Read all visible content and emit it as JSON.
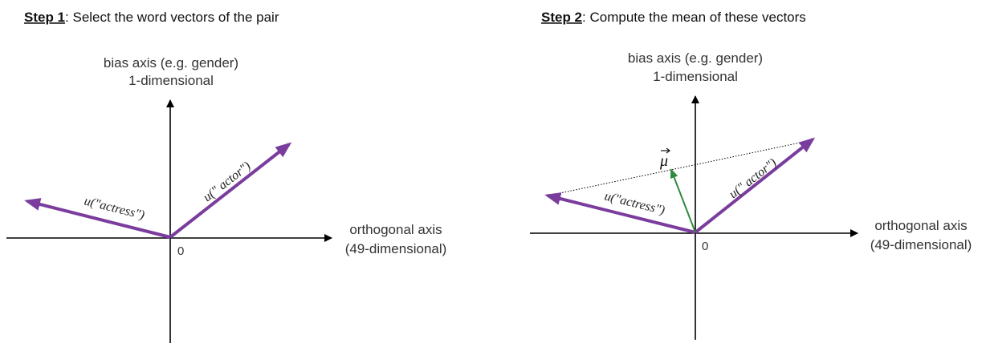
{
  "step1": {
    "step_word": "Step 1",
    "caption": ": Select the word vectors of the pair",
    "bias_axis_line1": "bias axis (e.g. gender)",
    "bias_axis_line2": "1-dimensional",
    "ortho_axis_line1": "orthogonal axis",
    "ortho_axis_line2": "(49-dimensional)",
    "origin": "0",
    "actor_label": "u(\" actor\")",
    "actress_label": "u(\"actress\")"
  },
  "step2": {
    "step_word": "Step 2",
    "caption": ": Compute the mean of these vectors",
    "bias_axis_line1": "bias axis (e.g. gender)",
    "bias_axis_line2": "1-dimensional",
    "ortho_axis_line1": "orthogonal axis",
    "ortho_axis_line2": "(49-dimensional)",
    "origin": "0",
    "actor_label": "u(\" actor\")",
    "actress_label": "u(\"actress\")",
    "mean_label": "μ"
  },
  "colors": {
    "word_vector": "#7a3d9e",
    "mean_vector": "#2e8b3e",
    "axis": "#000000"
  }
}
